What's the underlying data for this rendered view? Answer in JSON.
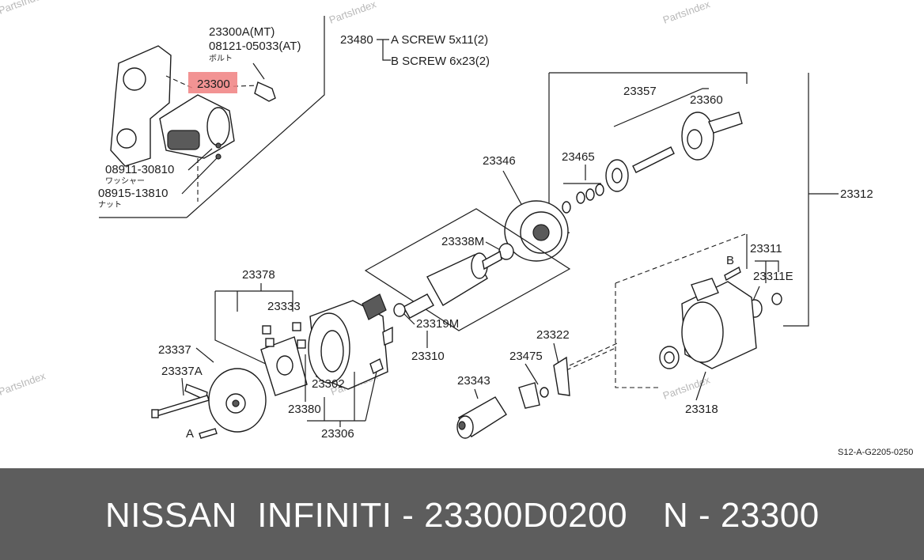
{
  "watermark": "PartsIndex",
  "diagram": {
    "callouts": {
      "p23300a_mt": "23300A(MT)",
      "p08121": "08121-05033(AT)",
      "bolt_jp": "ボルト",
      "p23300_highlight": "23300",
      "p08911": "08911-30810",
      "washer_jp": "ワッシャー",
      "p08915": "08915-13810",
      "nut_jp": "ナット",
      "p23480": "23480",
      "screw_a": "A SCREW 5x11(2)",
      "screw_b": "B SCREW 6x23(2)",
      "p23357": "23357",
      "p23360": "23360",
      "p23465": "23465",
      "p23346": "23346",
      "p23312": "23312",
      "p23338m": "23338M",
      "p23311": "23311",
      "p23311e": "23311E",
      "p23378": "23378",
      "p23333": "23333",
      "p23319m": "23319M",
      "p23337": "23337",
      "p23337a": "23337A",
      "p23310": "23310",
      "p23322": "23322",
      "p23475": "23475",
      "p23302": "23302",
      "p23343": "23343",
      "p23380": "23380",
      "p23318": "23318",
      "p23306": "23306",
      "ref_a": "A",
      "ref_b": "B",
      "ref_code": "S12-A-G2205-0250"
    }
  },
  "highlight_color": "#f08080",
  "caption": {
    "main": "NISSAN  INFINITI - 23300D0200",
    "sep": "N - 23300"
  }
}
